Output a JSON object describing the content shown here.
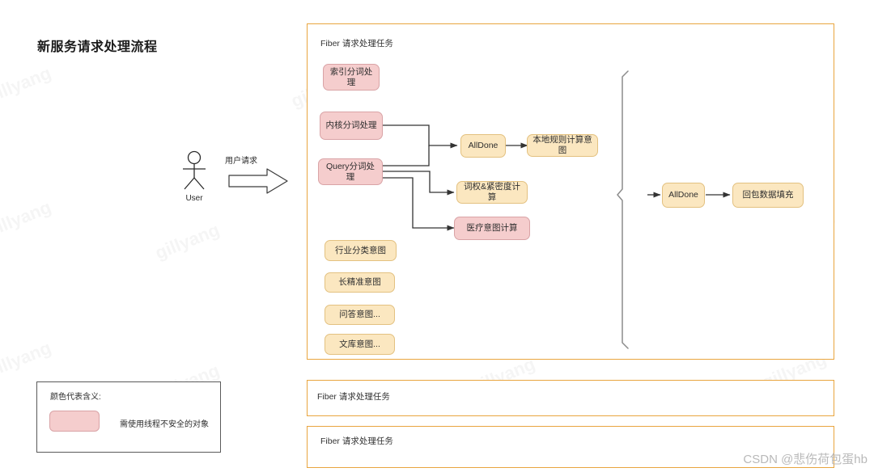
{
  "page": {
    "title": "新服务请求处理流程",
    "watermark_text": "gillyang",
    "csdn_credit": "CSDN @悲伤荷包蛋hb"
  },
  "actor": {
    "name": "User",
    "request_label": "用户请求",
    "icon": "stick-figure-actor-icon",
    "arrow_icon": "block-arrow-right-icon"
  },
  "panels": [
    {
      "id": "panel-main",
      "title": "Fiber 请求处理任务"
    },
    {
      "id": "panel-second",
      "title": "Fiber 请求处理任务"
    },
    {
      "id": "panel-third",
      "title": "Fiber 请求处理任务"
    }
  ],
  "nodes": {
    "index_seg": {
      "label": "索引分词处理",
      "color": "pink"
    },
    "kernel_seg": {
      "label": "内核分词处理",
      "color": "pink"
    },
    "query_seg": {
      "label": "Query分词处理",
      "color": "pink"
    },
    "industry_intent": {
      "label": "行业分类意图",
      "color": "yellow"
    },
    "longtail_intent": {
      "label": "长精准意图",
      "color": "yellow"
    },
    "qa_intent": {
      "label": "问答意图...",
      "color": "yellow"
    },
    "wenku_intent": {
      "label": "文库意图...",
      "color": "yellow"
    },
    "alldone_1": {
      "label": "AllDone",
      "color": "yellow"
    },
    "local_rule": {
      "label": "本地规则计算意图",
      "color": "yellow"
    },
    "term_weight": {
      "label": "词权&紧密度计算",
      "color": "yellow"
    },
    "medical_intent": {
      "label": "医疗意图计算",
      "color": "pink"
    },
    "alldone_2": {
      "label": "AllDone",
      "color": "yellow"
    },
    "packet_fill": {
      "label": "回包数据填充",
      "color": "yellow"
    }
  },
  "legend": {
    "title": "颜色代表含义:",
    "swatch_color": "#f5cdcd",
    "description": "需使用线程不安全的对象"
  },
  "colors": {
    "panel_border": "#e9a53f",
    "pink_fill": "#f5cdcd",
    "pink_border": "#d9a3a6",
    "yellow_fill": "#fbe7c0",
    "yellow_border": "#e3c180",
    "edge": "#333333",
    "brace": "#8c8c8c"
  },
  "edges": [
    {
      "from": "kernel_seg",
      "to": "alldone_1"
    },
    {
      "from": "query_seg",
      "to": "alldone_1"
    },
    {
      "from": "query_seg",
      "to": "term_weight"
    },
    {
      "from": "query_seg",
      "to": "medical_intent"
    },
    {
      "from": "alldone_1",
      "to": "local_rule"
    },
    {
      "from": "brace",
      "to": "alldone_2"
    },
    {
      "from": "alldone_2",
      "to": "packet_fill"
    }
  ]
}
